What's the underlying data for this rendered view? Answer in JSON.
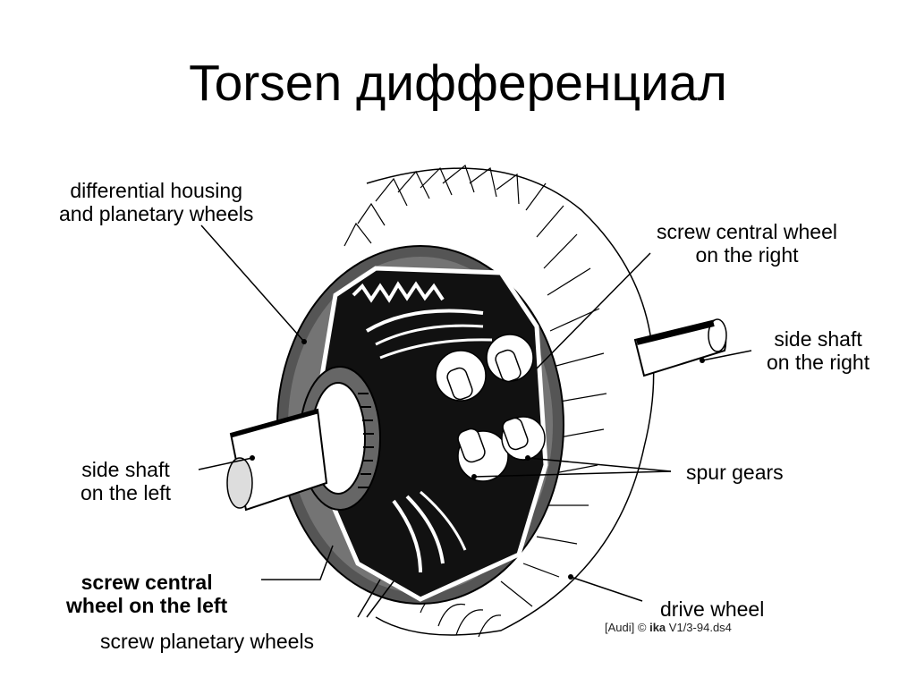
{
  "slide": {
    "title": "Torsen дифференциал"
  },
  "labels": {
    "housing_line1": "differential housing",
    "housing_line2": "and planetary wheels",
    "screw_right_line1": "screw central wheel",
    "screw_right_line2": "on the right",
    "shaft_right_line1": "side shaft",
    "shaft_right_line2": "on the right",
    "shaft_left_line1": "side shaft",
    "shaft_left_line2": "on the left",
    "spur_gears": "spur gears",
    "screw_left_line1": "screw central",
    "screw_left_line2": "wheel on the left",
    "drive_wheel": "drive wheel",
    "screw_planetary": "screw planetary wheels"
  },
  "credit": {
    "source": "[Audi]",
    "copyright": "©",
    "author": "ika",
    "version": "V1/3-94.ds4"
  }
}
